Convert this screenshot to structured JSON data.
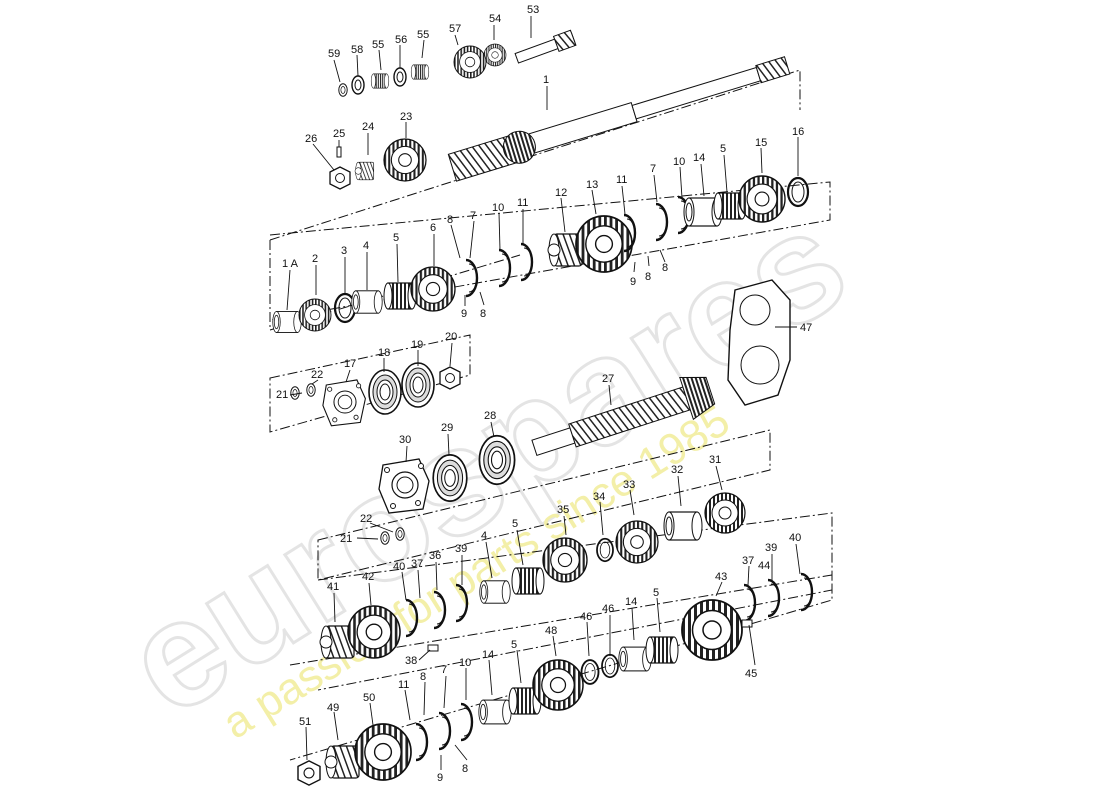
{
  "watermark": {
    "brand": "eurospares",
    "tagline": "a passion for parts since 1985",
    "brand_color": "#e4e4e4",
    "tagline_color": "#f3efa8"
  },
  "labels": {
    "n1a": "1 A",
    "n1": "1",
    "n2": "2",
    "n3": "3",
    "n4": "4",
    "n4b": "4",
    "n5": "5",
    "n5b": "5",
    "n5c": "5",
    "n5d": "5",
    "n5e": "5",
    "n6": "6",
    "n7": "7",
    "n7b": "7",
    "n7c": "7",
    "n8": "8",
    "n8b": "8",
    "n8c": "8",
    "n8d": "8",
    "n8e": "8",
    "n9": "9",
    "n9b": "9",
    "n9c": "9",
    "n10": "10",
    "n10b": "10",
    "n10c": "10",
    "n11": "11",
    "n11b": "11",
    "n11c": "11",
    "n12": "12",
    "n13": "13",
    "n14": "14",
    "n14b": "14",
    "n14c": "14",
    "n15": "15",
    "n16": "16",
    "n17": "17",
    "n18": "18",
    "n19": "19",
    "n20": "20",
    "n21": "21",
    "n21b": "21",
    "n22": "22",
    "n22b": "22",
    "n23": "23",
    "n24": "24",
    "n25": "25",
    "n26": "26",
    "n27": "27",
    "n28": "28",
    "n29": "29",
    "n30": "30",
    "n31": "31",
    "n32": "32",
    "n33": "33",
    "n34": "34",
    "n35": "35",
    "n36": "36",
    "n37": "37",
    "n37b": "37",
    "n38": "38",
    "n39": "39",
    "n39b": "39",
    "n40": "40",
    "n40b": "40",
    "n41": "41",
    "n42": "42",
    "n43": "43",
    "n44": "44",
    "n45": "45",
    "n46": "46",
    "n46b": "46",
    "n47": "47",
    "n48": "48",
    "n49": "49",
    "n50": "50",
    "n51": "51",
    "n53": "53",
    "n54": "54",
    "n55": "55",
    "n55b": "55",
    "n56": "56",
    "n57": "57",
    "n58": "58",
    "n59": "59"
  }
}
